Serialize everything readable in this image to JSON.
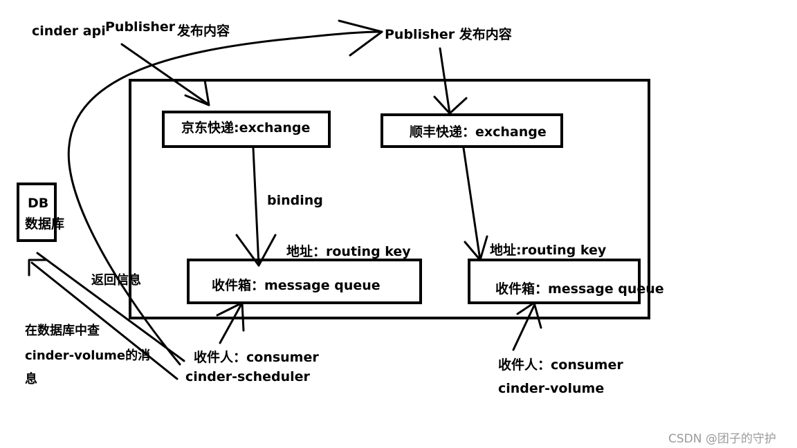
{
  "labels": {
    "cinder_api": "cinder api",
    "publisher_left": "Publisher",
    "publish_content_left": "发布内容",
    "publisher_right": "Publisher 发布内容",
    "exchange_jd": "京东快递:exchange",
    "exchange_sf": "顺丰快递：exchange",
    "binding": "binding",
    "routing_key_left": "地址：routing key",
    "routing_key_right": "地址:routing key",
    "queue_left": "收件箱：message queue",
    "queue_right": "收件箱：message queue",
    "db_line1": "DB",
    "db_line2": "数据库",
    "return_info": "返回信息",
    "query_line1": "在数据库中查",
    "query_line2": "cinder-volume的消",
    "query_line3": "息",
    "consumer_left": "收件人：consumer",
    "scheduler": "cinder-scheduler",
    "consumer_right": "收件人：consumer",
    "volume": "cinder-volume"
  },
  "watermark": "CSDN @团子的守护"
}
